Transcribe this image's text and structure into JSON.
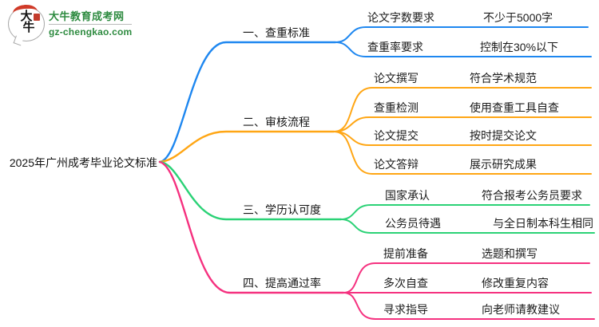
{
  "logo": {
    "icon_text": "大牛",
    "title": "大牛教育成考网",
    "domain": "gz-chengkao.com",
    "brand_green": "#2e8b40",
    "brand_red": "#d03a28"
  },
  "root": {
    "title": "2025年广州成考毕业论文标准"
  },
  "branches": [
    {
      "label": "一、查重标准",
      "color": "#1E87F0",
      "children": [
        {
          "label": "论文字数要求",
          "value": "不少于5000字"
        },
        {
          "label": "查重率要求",
          "value": "控制在30%以下"
        }
      ]
    },
    {
      "label": "二、审核流程",
      "color": "#FFA614",
      "children": [
        {
          "label": "论文撰写",
          "value": "符合学术规范"
        },
        {
          "label": "查重检测",
          "value": "使用查重工具自查"
        },
        {
          "label": "论文提交",
          "value": "按时提交论文"
        },
        {
          "label": "论文答辩",
          "value": "展示研究成果"
        }
      ]
    },
    {
      "label": "三、学历认可度",
      "color": "#2BD276",
      "children": [
        {
          "label": "国家承认",
          "value": "符合报考公务员要求"
        },
        {
          "label": "公务员待遇",
          "value": "与全日制本科生相同"
        }
      ]
    },
    {
      "label": "四、提高通过率",
      "color": "#F5317F",
      "children": [
        {
          "label": "提前准备",
          "value": "选题和撰写"
        },
        {
          "label": "多次自查",
          "value": "修改重复内容"
        },
        {
          "label": "寻求指导",
          "value": "向老师请教建议"
        }
      ]
    }
  ]
}
